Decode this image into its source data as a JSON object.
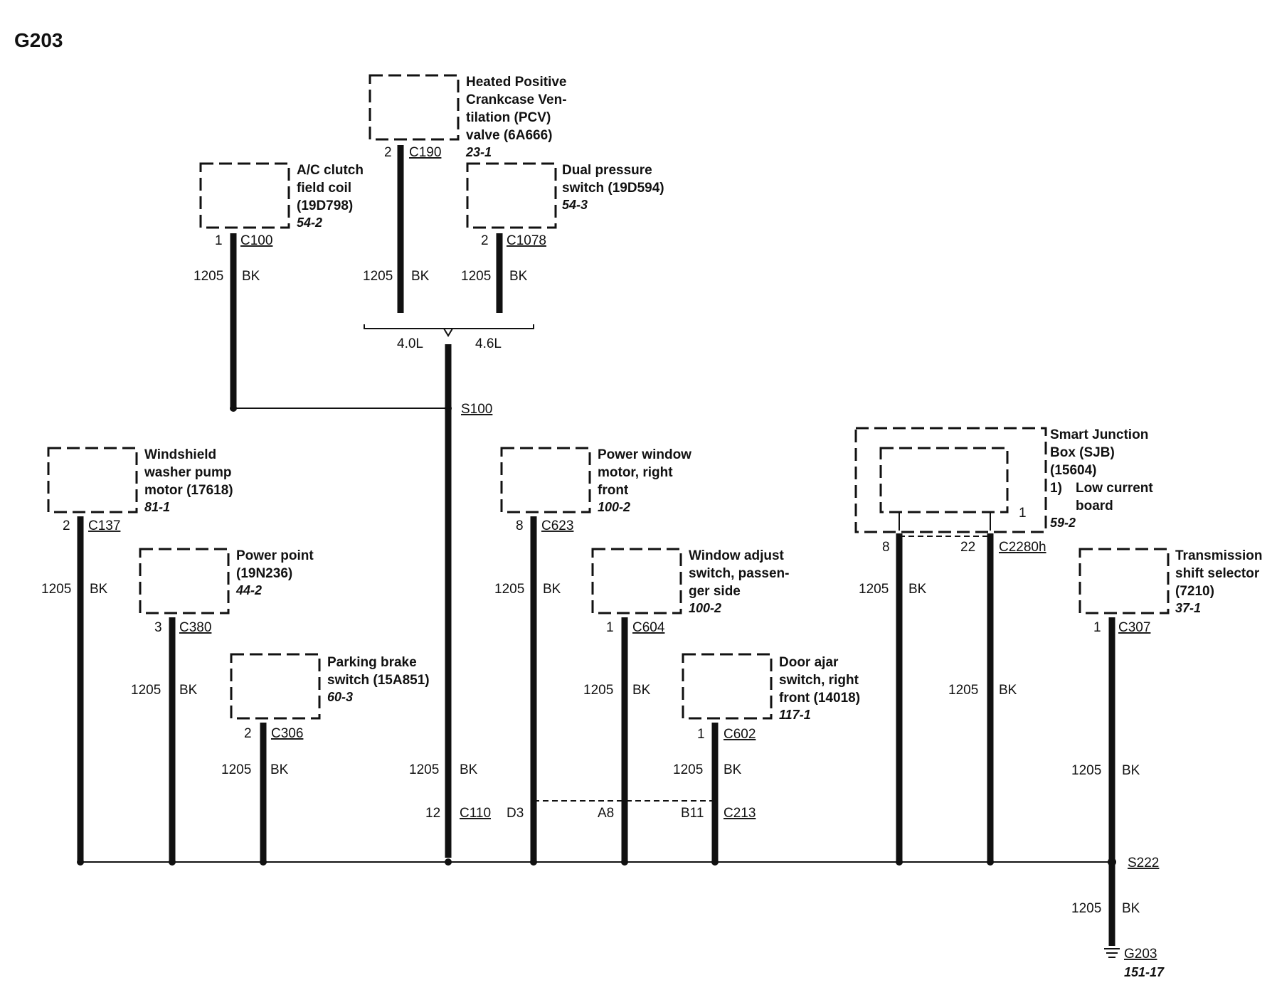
{
  "title": "G203",
  "components": {
    "pcv": {
      "lines": [
        "Heated Positive",
        "Crankcase Ven-",
        "tilation (PCV)",
        "valve (6A666)"
      ],
      "ref": "23-1",
      "pin": "2",
      "connector": "C190",
      "circuit": "1205",
      "color": "BK"
    },
    "ac_clutch": {
      "lines": [
        "A/C clutch",
        "field coil",
        "(19D798)"
      ],
      "ref": "54-2",
      "pin": "1",
      "connector": "C100",
      "circuit": "1205",
      "color": "BK"
    },
    "dual_pressure": {
      "lines": [
        "Dual pressure",
        "switch (19D594)"
      ],
      "ref": "54-3",
      "pin": "2",
      "connector": "C1078",
      "circuit": "1205",
      "color": "BK"
    },
    "washer": {
      "lines": [
        "Windshield",
        "washer pump",
        "motor (17618)"
      ],
      "ref": "81-1",
      "pin": "2",
      "connector": "C137",
      "circuit": "1205",
      "color": "BK"
    },
    "power_point": {
      "lines": [
        "Power point",
        "(19N236)"
      ],
      "ref": "44-2",
      "pin": "3",
      "connector": "C380",
      "circuit": "1205",
      "color": "BK"
    },
    "parking_brake": {
      "lines": [
        "Parking brake",
        "switch (15A851)"
      ],
      "ref": "60-3",
      "pin": "2",
      "connector": "C306",
      "circuit": "1205",
      "color": "BK"
    },
    "power_window": {
      "lines": [
        "Power window",
        "motor, right",
        "front"
      ],
      "ref": "100-2",
      "pin": "8",
      "connector": "C623",
      "circuit": "1205",
      "color": "BK"
    },
    "window_adjust": {
      "lines": [
        "Window adjust",
        "switch, passen-",
        "ger side"
      ],
      "ref": "100-2",
      "pin": "1",
      "connector": "C604",
      "circuit": "1205",
      "color": "BK"
    },
    "door_ajar": {
      "lines": [
        "Door ajar",
        "switch, right",
        "front (14018)"
      ],
      "ref": "117-1",
      "pin": "1",
      "connector": "C602",
      "circuit": "1205",
      "color": "BK"
    },
    "sjb": {
      "lines": [
        "Smart Junction",
        "Box (SJB)",
        "(15604)"
      ],
      "note_num": "1)",
      "note_lines": [
        "Low current",
        "board"
      ],
      "ref": "59-2",
      "inner_label": "1",
      "pin_a": "8",
      "pin_b": "22",
      "connector": "C2280h",
      "circuit": "1205",
      "color": "BK"
    },
    "trans": {
      "lines": [
        "Transmission",
        "shift selector",
        "(7210)"
      ],
      "ref": "37-1",
      "pin": "1",
      "connector": "C307",
      "circuit": "1205",
      "color": "BK"
    }
  },
  "engine_options": {
    "left": "4.0L",
    "right": "4.6L"
  },
  "splices": {
    "s100": "S100",
    "s222": "S222"
  },
  "c110": {
    "pin": "12",
    "connector": "C110",
    "circuit": "1205",
    "color": "BK"
  },
  "c213": {
    "pins": [
      "D3",
      "A8",
      "B11"
    ],
    "connector": "C213"
  },
  "ground": {
    "circuit": "1205",
    "color": "BK",
    "label": "G203",
    "ref": "151-17"
  }
}
